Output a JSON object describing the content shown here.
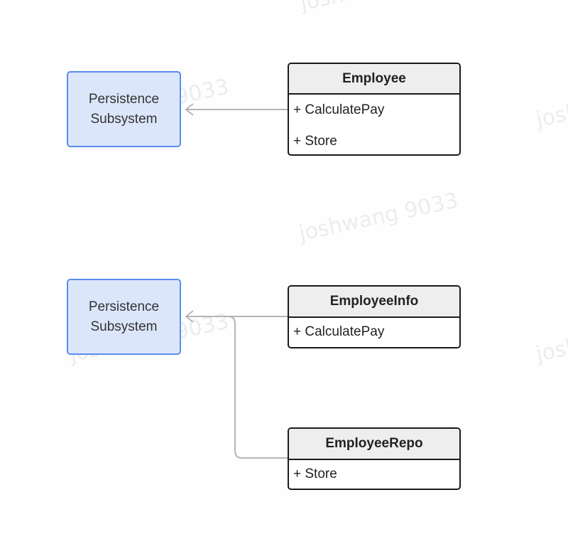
{
  "watermark_text": "joshwang 9033",
  "top_diagram": {
    "subsystem": {
      "line1": "Persistence",
      "line2": "Subsystem"
    },
    "class": {
      "name": "Employee",
      "methods": [
        "+ CalculatePay",
        "+ Store"
      ]
    }
  },
  "bottom_diagram": {
    "subsystem": {
      "line1": "Persistence",
      "line2": "Subsystem"
    },
    "class_info": {
      "name": "EmployeeInfo",
      "methods": [
        "+ CalculatePay"
      ]
    },
    "class_repo": {
      "name": "EmployeeRepo",
      "methods": [
        "+ Store"
      ]
    }
  },
  "colors": {
    "subsystem_fill": "#dbe6fb",
    "subsystem_border": "#5b8def",
    "class_header": "#eeeeef",
    "class_border": "#1a1a1a",
    "connector": "#b5b5b5"
  }
}
